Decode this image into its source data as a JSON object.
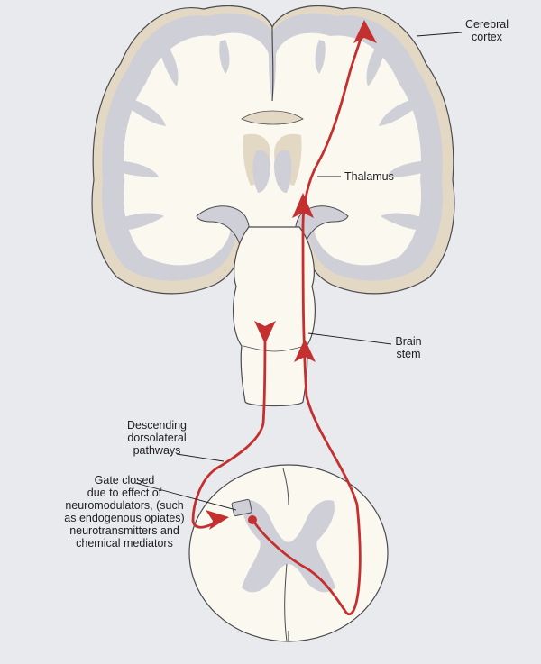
{
  "labels": {
    "cerebral_cortex": "Cerebral\ncortex",
    "thalamus": "Thalamus",
    "brain_stem": "Brain\nstem",
    "descending_pathways": "Descending\ndorsolateral\npathways",
    "gate_closed": "Gate closed\ndue to effect of\nneuromodulators, (such\nas endogenous opiates)\nneurotransmitters  and\nchemical mediators"
  },
  "colors": {
    "background": "#e9eaee",
    "white_matter": "#fbf8f0",
    "gray_matter": "#cfd0d7",
    "deep_nuclei": "#e3d8c3",
    "outline": "#4a4a4f",
    "pathway": "#c4302f"
  }
}
